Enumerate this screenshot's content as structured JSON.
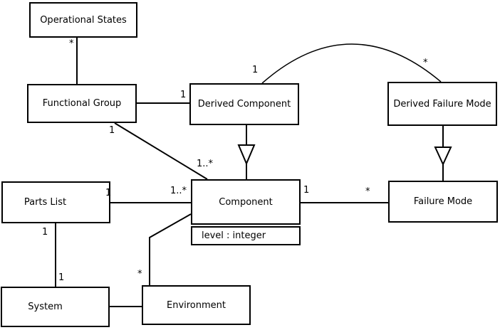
{
  "colors": {
    "stroke": "#000000",
    "box_fill": "#ffffff",
    "text": "#000000",
    "background": "#ffffff"
  },
  "classes": {
    "operational_states": {
      "name": "Operational States"
    },
    "functional_group": {
      "name": "Functional Group"
    },
    "derived_component": {
      "name": "Derived Component"
    },
    "derived_failure_mode": {
      "name": "Derived Failure Mode"
    },
    "parts_list": {
      "name": "Parts List"
    },
    "component": {
      "name": "Component",
      "attribute": "level : integer"
    },
    "failure_mode": {
      "name": "Failure Mode"
    },
    "system": {
      "name": "System"
    },
    "environment": {
      "name": "Environment"
    }
  },
  "multiplicities": {
    "operational_states_end": "*",
    "functional_group_to_derived_component_end": "1",
    "derived_component_arc_end": "1",
    "derived_failure_mode_arc_end": "*",
    "functional_group_to_component_src": "1",
    "functional_group_to_component_dst": "1..*",
    "parts_list_to_component_src": "1",
    "parts_list_to_component_dst": "1..*",
    "component_to_failure_mode_src": "1",
    "component_to_failure_mode_dst": "*",
    "parts_list_to_system_src": "1",
    "parts_list_to_system_dst": "1",
    "environment_to_component_end": "*"
  }
}
